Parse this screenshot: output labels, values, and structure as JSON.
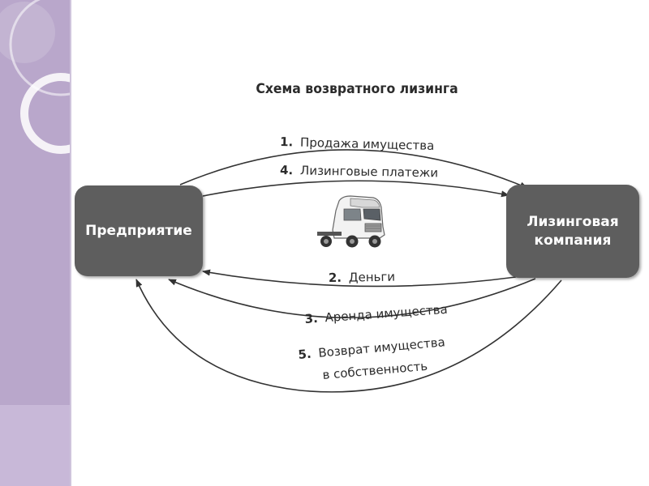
{
  "title": "Схема возвратного лизинга",
  "nodes": {
    "enterprise": "Предприятие",
    "leasing_company_line1": "Лизинговая",
    "leasing_company_line2": "компания"
  },
  "flows": [
    {
      "num": "1.",
      "text": "Продажа имущества",
      "direction": "enterprise → leasing company"
    },
    {
      "num": "4.",
      "text": "Лизинговые платежи",
      "direction": "enterprise → leasing company"
    },
    {
      "num": "2.",
      "text": "Деньги",
      "direction": "leasing company → enterprise"
    },
    {
      "num": "3.",
      "text": "Аренда имущества",
      "direction": "leasing company → enterprise"
    },
    {
      "num": "5.",
      "text": "Возврат имущества",
      "text2": "в собственность",
      "direction": "leasing company → enterprise"
    }
  ],
  "colors": {
    "node_fill": "#5e5e5e",
    "band": "#b9a7cb",
    "arrow": "#333333"
  },
  "icons": [
    "truck-icon"
  ]
}
